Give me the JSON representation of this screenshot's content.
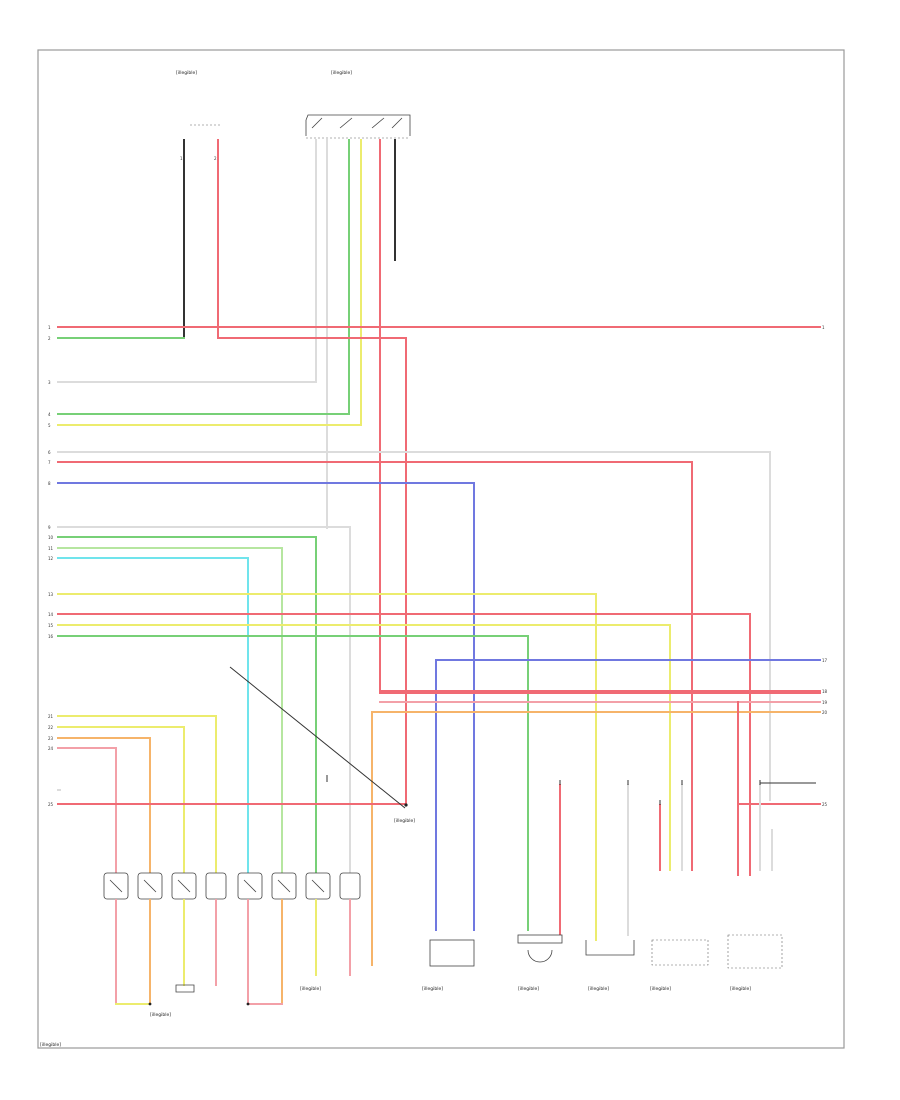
{
  "footer": {
    "figure_id": "[illegible]"
  },
  "top_components": {
    "left": "[illegible]",
    "right": "[illegible]"
  },
  "ground": {
    "label": "[illegible]"
  },
  "bottom_components": {
    "leftmost_group": "[illegible]",
    "center_group": "[illegible]",
    "group_3": "[illegible]",
    "group_4": "[illegible]",
    "group_5": "[illegible]",
    "group_6": "[illegible]",
    "group_7": "[illegible]"
  },
  "palette": {
    "red": "#f06a74",
    "pink": "#f3a0a8",
    "green": "#77d077",
    "light_green": "#b6e6a0",
    "yellow": "#ecec6e",
    "cyan": "#70e4ec",
    "blue": "#7078e0",
    "orange": "#f6b46a",
    "black": "#333333",
    "gray": "#b8b8b8"
  }
}
